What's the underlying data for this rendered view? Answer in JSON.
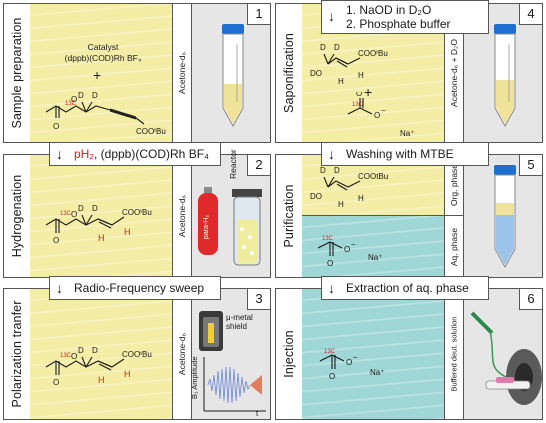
{
  "panels": [
    {
      "number": "1",
      "label": "Sample preparation",
      "solvent": "Acetone-d₆",
      "catalyst_line1": "Catalyst",
      "catalyst_line2": "(dppb)(COD)Rh BF₄",
      "plus": "+"
    },
    {
      "number": "2",
      "label": "Hydrogenation",
      "solvent": "Acetone-d₆",
      "phbar_label": "para-H₂",
      "reactor_label": "Reactor"
    },
    {
      "number": "3",
      "label": "Polarization tranfer",
      "solvent": "Acetone-d₆",
      "shield_label": "μ-metal shield",
      "axis_y": "B₁ Amplitude",
      "axis_x": "t"
    },
    {
      "number": "4",
      "label": "Saponification",
      "solvent": "Acetone-d₆ + D₂O",
      "plus": "+"
    },
    {
      "number": "5",
      "label": "Purification",
      "org_phase": "Org. phase",
      "aq_phase": "Aq. phase"
    },
    {
      "number": "6",
      "label": "Injection",
      "solvent": "Buffered deut. solution"
    }
  ],
  "steps": {
    "s12_red": "pH₂",
    "s12_rest": ", (dppb)(COD)Rh BF₄",
    "s23": "Radio-Frequency sweep",
    "s34_line1": "1. NaOD in D₂O",
    "s34_line2": "2. Phosphate buffer",
    "s45": "Washing with MTBE",
    "s56": "Extraction of aq. phase",
    "arrow": "↓"
  },
  "chem": {
    "D": "D",
    "H": "H",
    "O": "O",
    "DO": "DO",
    "C13": "13C",
    "coo_tbu": "COOᵗBu",
    "coo_tbu2": "COOtBu",
    "na": "Na⁺",
    "minus": "−"
  },
  "colors": {
    "yellow": "#f4eda6",
    "blue": "#9fd6d6",
    "red": "#d32020",
    "border": "#555555"
  }
}
